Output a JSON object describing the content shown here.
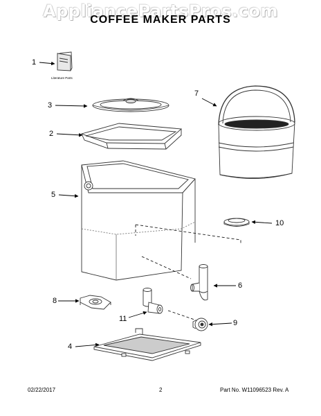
{
  "watermark": "AppliancePartsPros.com",
  "title": "COFFEE MAKER PARTS",
  "literature_label": "Literature Parts",
  "callouts": {
    "c1": "1",
    "c2": "2",
    "c3": "3",
    "c4": "4",
    "c5": "5",
    "c6": "6",
    "c7": "7",
    "c8": "8",
    "c9": "9",
    "c10": "10",
    "c11": "11"
  },
  "footer": {
    "date": "02/22/2017",
    "page": "2",
    "part_no": "Part No. W11096523  Rev. A"
  }
}
